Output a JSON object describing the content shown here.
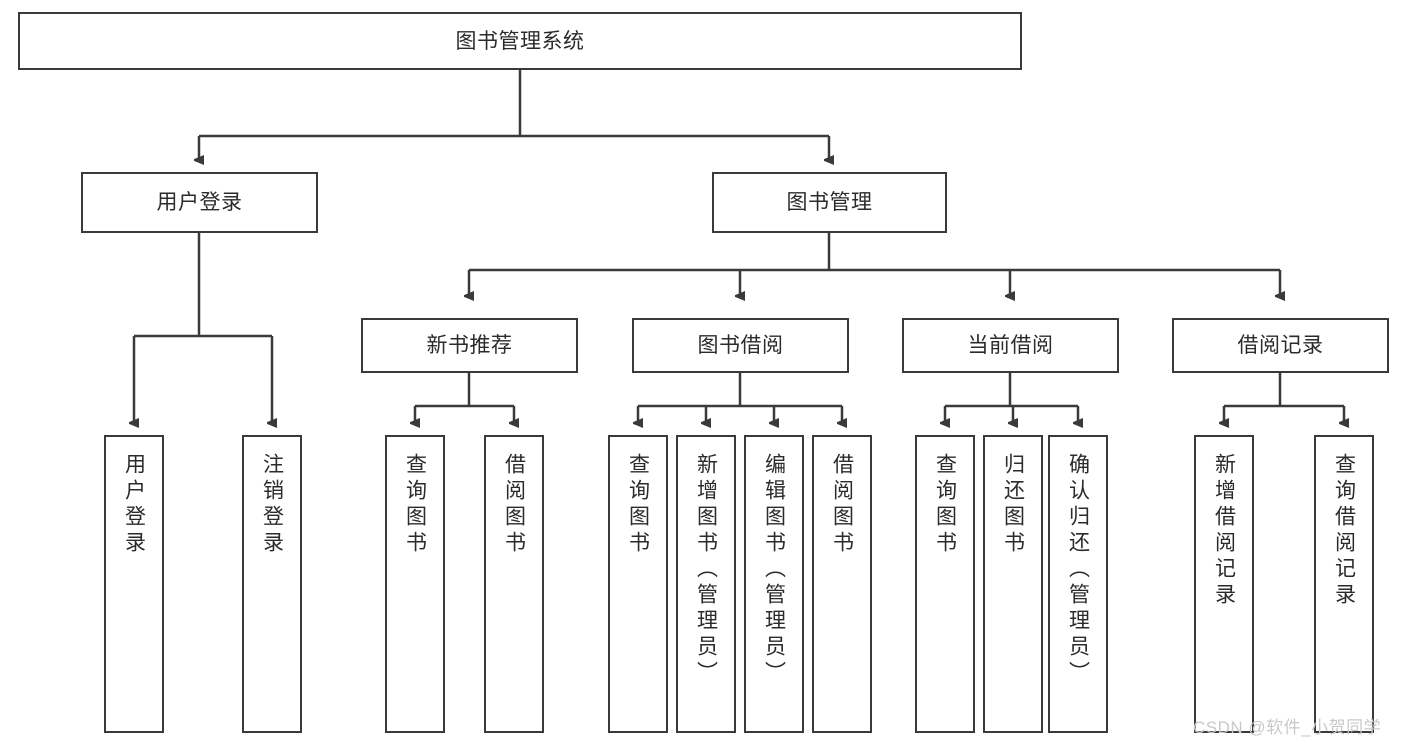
{
  "diagram": {
    "title": "图书管理系统",
    "type": "hierarchy-tree",
    "watermark": "CSDN @软件_小贺同学",
    "colors": {
      "border": "#3a3a3a",
      "text": "#2b2b2b",
      "edge": "#3a3a3a",
      "background": "#ffffff",
      "watermark": "#c9c9c9"
    },
    "levels": {
      "root": {
        "label": "图书管理系统"
      },
      "level2": [
        {
          "label": "用户登录"
        },
        {
          "label": "图书管理"
        }
      ],
      "level3": [
        {
          "label": "新书推荐"
        },
        {
          "label": "图书借阅"
        },
        {
          "label": "当前借阅"
        },
        {
          "label": "借阅记录"
        }
      ],
      "leaves": {
        "user_login": [
          {
            "label": "用户登录"
          },
          {
            "label": "注销登录"
          }
        ],
        "new_book_recommend": [
          {
            "label": "查询图书"
          },
          {
            "label": "借阅图书"
          }
        ],
        "book_borrow": [
          {
            "label": "查询图书"
          },
          {
            "label": "新增图书（管理员）"
          },
          {
            "label": "编辑图书（管理员）"
          },
          {
            "label": "借阅图书"
          }
        ],
        "current_borrow": [
          {
            "label": "查询图书"
          },
          {
            "label": "归还图书"
          },
          {
            "label": "确认归还（管理员）"
          }
        ],
        "borrow_record": [
          {
            "label": "新增借阅记录"
          },
          {
            "label": "查询借阅记录"
          }
        ]
      }
    }
  }
}
